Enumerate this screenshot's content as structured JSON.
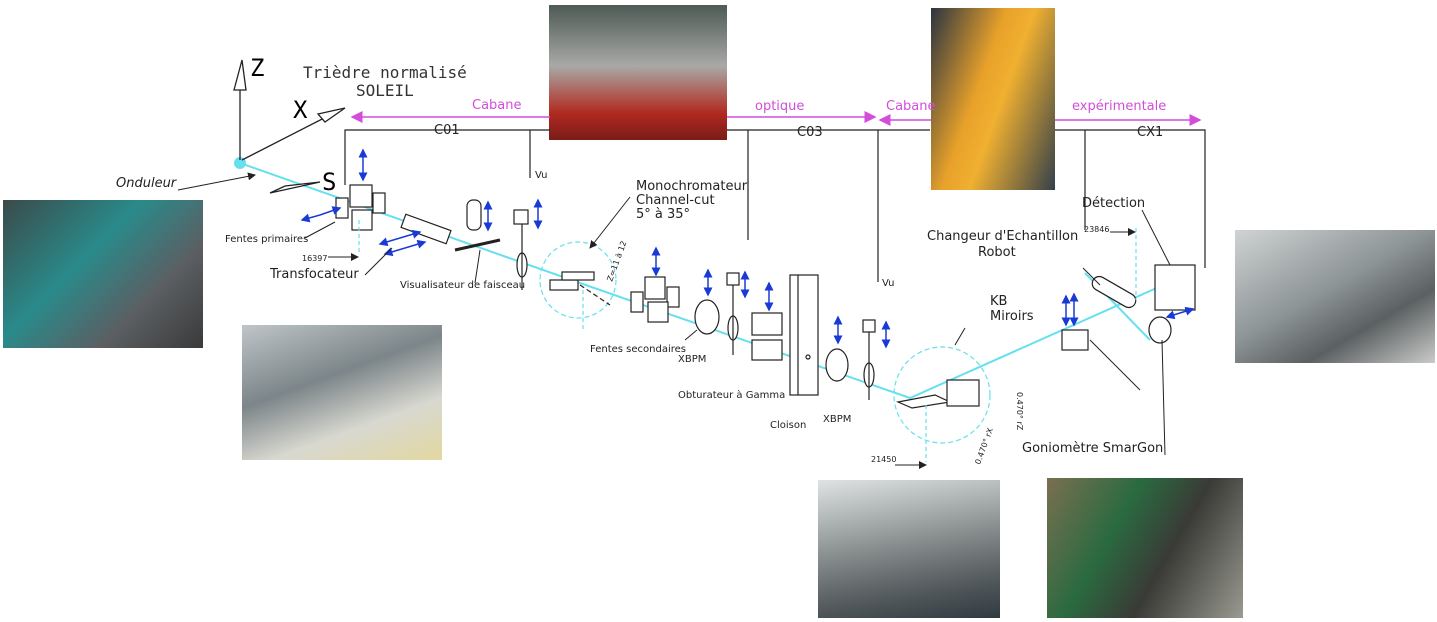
{
  "title": {
    "line1": "Trièdre normalisé",
    "line2": "SOLEIL"
  },
  "axes": {
    "z": "Z",
    "x": "X",
    "s": "S"
  },
  "hutches": {
    "cabane_left": "Cabane",
    "optique": "optique",
    "cabane_right": "Cabane",
    "experimentale": "expérimentale",
    "c01": "C01",
    "c03": "C03",
    "cx1": "CX1"
  },
  "labels": {
    "onduleur": "Onduleur",
    "fentes_primaires": "Fentes primaires",
    "pos_16397": "16397",
    "transfocateur": "Transfocateur",
    "visualisateur": "Visualisateur de faisceau",
    "vu1": "Vu",
    "mono1": "Monochromateur",
    "mono2": "Channel-cut",
    "mono3": "5° à 35°",
    "z_range": "Z=11 à 12",
    "fentes_secondaires": "Fentes secondaires",
    "xbpm1": "XBPM",
    "obturateur": "Obturateur à Gamma",
    "cloison": "Cloison",
    "xbpm2": "XBPM",
    "vu2": "Vu",
    "pos_21450": "21450",
    "kb1": "KB",
    "kb2": "Miroirs",
    "angle_rz": "0.470° rZ",
    "angle_rx": "0.470° rX",
    "changeur1": "Changeur d'Echantillon",
    "changeur2": "Robot",
    "pos_23846": "23846",
    "detection": "Détection",
    "goniometre": "Goniomètre SmarGon"
  },
  "colors": {
    "beam": "#66e0ee",
    "hutch": "#d24ddb",
    "motion": "#1a3ad6"
  }
}
